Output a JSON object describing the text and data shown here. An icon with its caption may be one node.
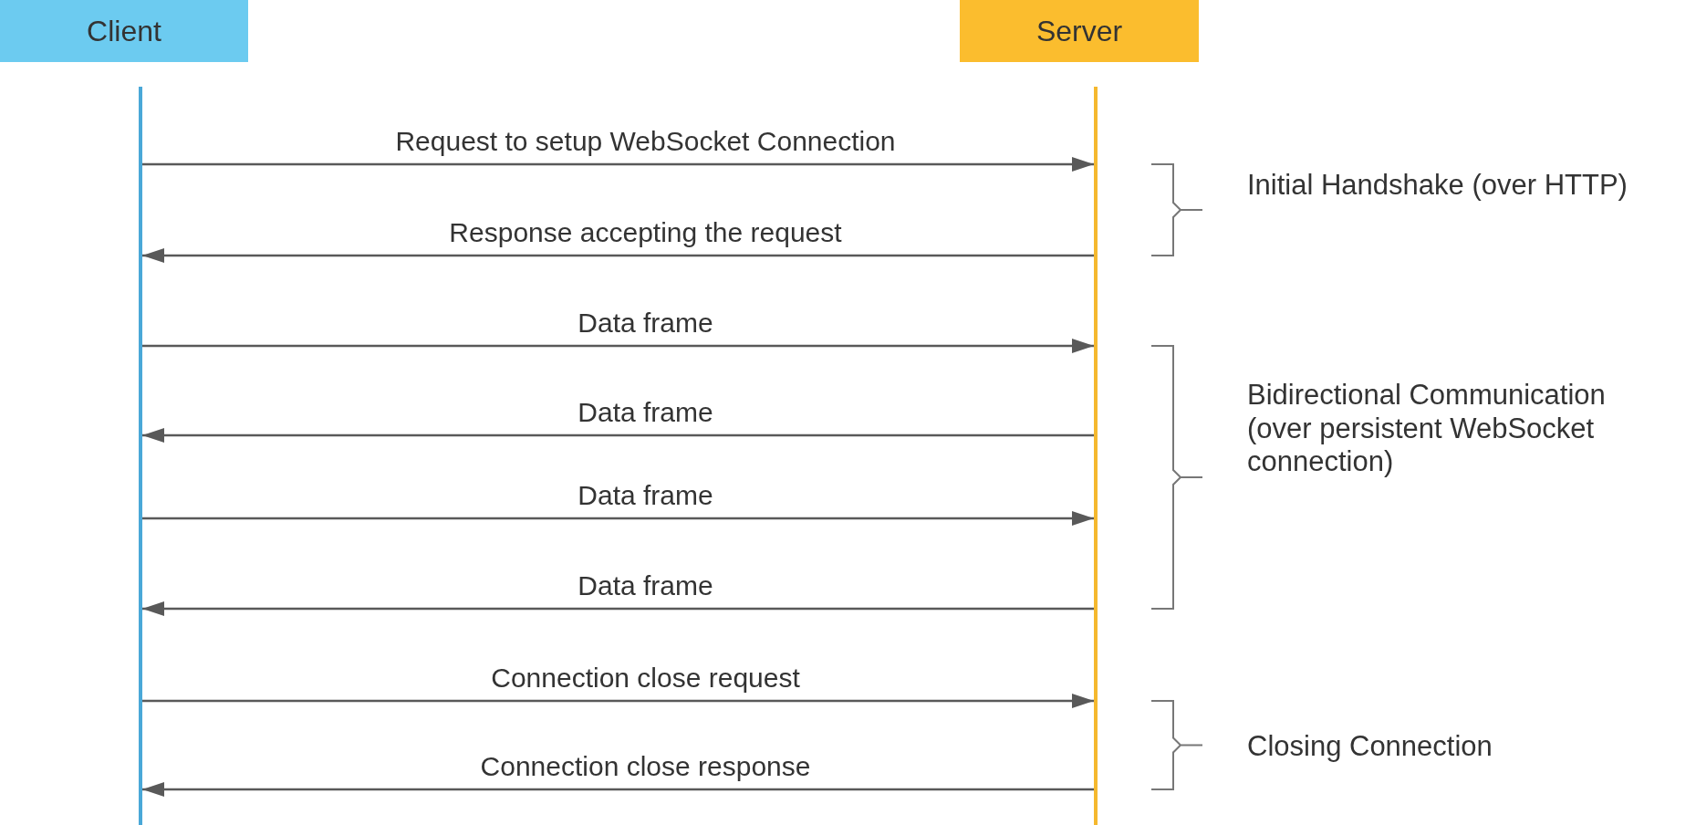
{
  "diagram": {
    "nodes": [
      {
        "text": [
          "Client"
        ]
      },
      {
        "text": [
          "Server"
        ]
      },
      {
        "text": [],
        "shape": "bar"
      },
      {
        "text": [],
        "shape": "bar"
      }
    ],
    "edges": [
      {
        "from": 2,
        "to": 3,
        "arrow": "to",
        "label": "Request to setup WebSocket Connection"
      },
      {
        "from": 3,
        "to": 2,
        "arrow": "to",
        "label": "Response accepting the request"
      },
      {
        "from": 2,
        "to": 3,
        "arrow": "to",
        "label": "Data frame"
      },
      {
        "from": 3,
        "to": 2,
        "arrow": "to",
        "label": "Data frame"
      },
      {
        "from": 2,
        "to": 3,
        "arrow": "to",
        "label": "Data frame"
      },
      {
        "from": 3,
        "to": 2,
        "arrow": "to",
        "label": "Data frame"
      },
      {
        "from": 2,
        "to": 3,
        "arrow": "to",
        "label": "Connection close request"
      },
      {
        "from": 3,
        "to": 2,
        "arrow": "to",
        "label": "Connection close response"
      }
    ],
    "labels": [
      "Initial Handshake (over HTTP)",
      "Bidirectional Communication (over persistent WebSocket connection)",
      "Closing Connection"
    ]
  }
}
